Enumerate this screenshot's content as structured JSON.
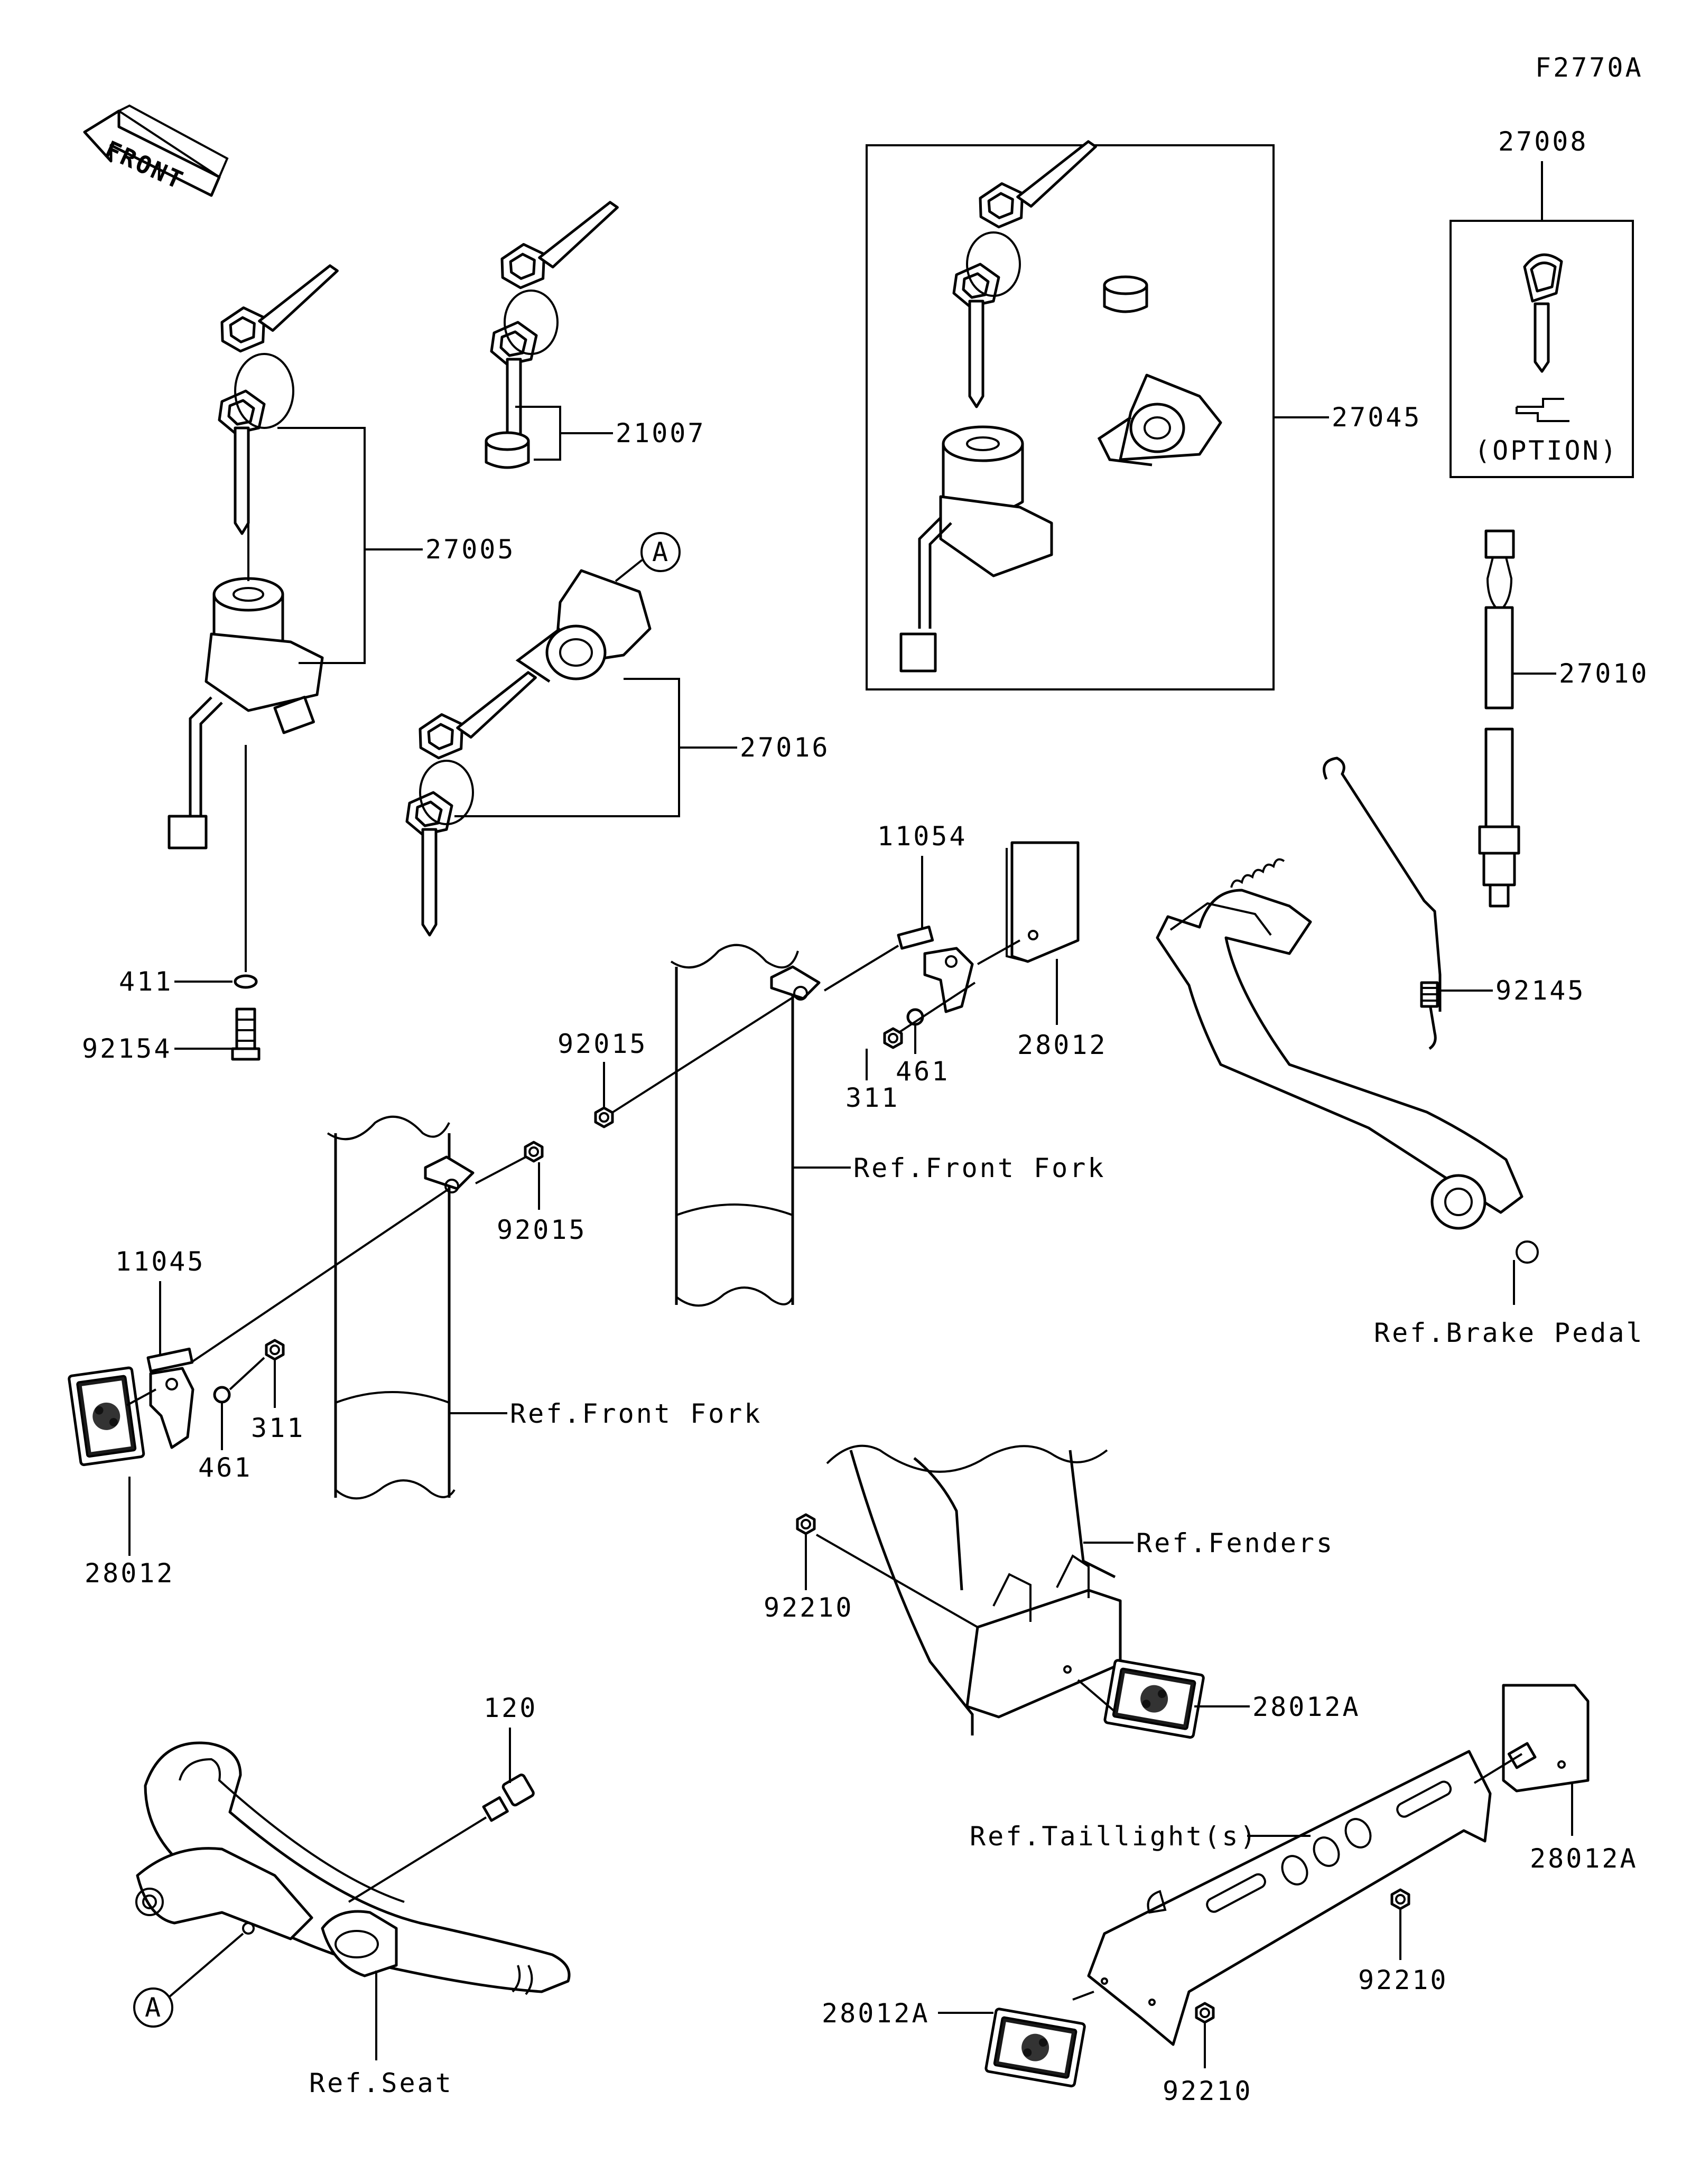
{
  "figure_code": "F2770A",
  "front_label": "FRONT",
  "option_label": "(OPTION)",
  "callout_a": "A",
  "parts": {
    "p27008": "27008",
    "p27045": "27045",
    "p27010": "27010",
    "p21007": "21007",
    "p27005": "27005",
    "p27016": "27016",
    "p11054": "11054",
    "p28012_upper": "28012",
    "p461_upper": "461",
    "p311_upper": "311",
    "p92015_upper": "92015",
    "p92145": "92145",
    "p411": "411",
    "p92154": "92154",
    "p92015_lower": "92015",
    "p11045": "11045",
    "p461_lower": "461",
    "p311_lower": "311",
    "p28012_lower": "28012",
    "p92210_fender": "92210",
    "p28012A_fender": "28012A",
    "p120": "120",
    "p28012A_right": "28012A",
    "p92210_right": "92210",
    "p28012A_bottom": "28012A",
    "p92210_bottom": "92210"
  },
  "references": {
    "front_fork_upper": "Ref.Front Fork",
    "front_fork_lower": "Ref.Front Fork",
    "brake_pedal": "Ref.Brake Pedal",
    "fenders": "Ref.Fenders",
    "taillights": "Ref.Taillight(s)",
    "seat": "Ref.Seat"
  }
}
